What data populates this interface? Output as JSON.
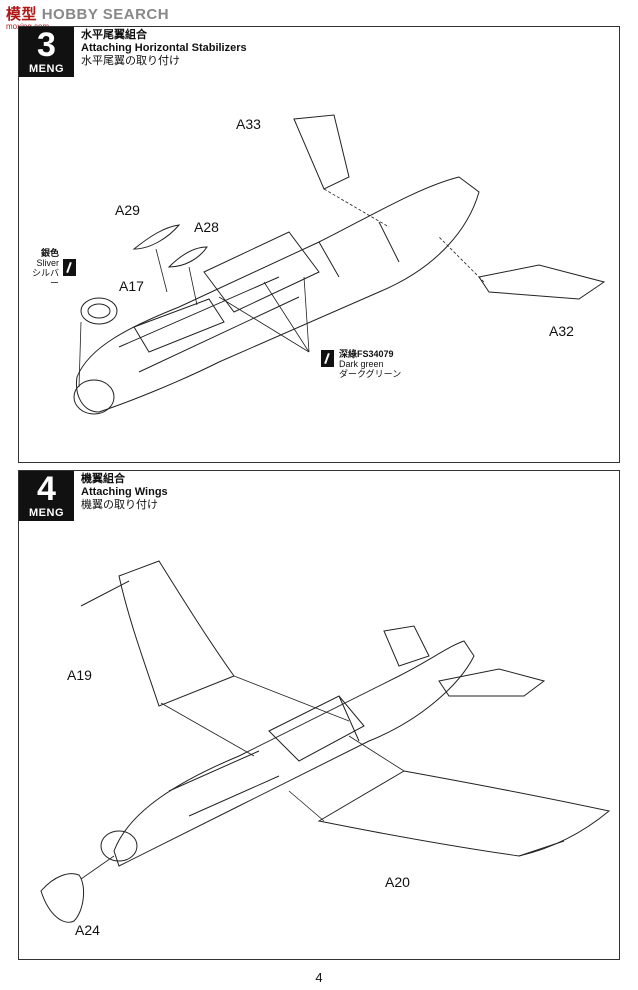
{
  "watermark": {
    "cn": "模型",
    "en": "HOBBY SEARCH",
    "sub": "moxing.com"
  },
  "step3": {
    "number": "3",
    "logo": "MENG",
    "title_cn": "水平尾翼組合",
    "title_en": "Attaching Horizontal Stabilizers",
    "title_jp": "水平尾翼の取り付け",
    "parts": {
      "a33": "A33",
      "a29": "A29",
      "a28": "A28",
      "a17": "A17",
      "a32": "A32"
    },
    "paint_silver": {
      "cn": "銀色",
      "en": "Sliver",
      "jp": "シルバー"
    },
    "paint_green": {
      "cn": "深綠FS34079",
      "en": "Dark green",
      "jp": "ダークグリーン"
    }
  },
  "step4": {
    "number": "4",
    "logo": "MENG",
    "title_cn": "機翼組合",
    "title_en": "Attaching Wings",
    "title_jp": "機翼の取り付け",
    "parts": {
      "a19": "A19",
      "a20": "A20",
      "a24": "A24"
    }
  },
  "page_number": "4"
}
